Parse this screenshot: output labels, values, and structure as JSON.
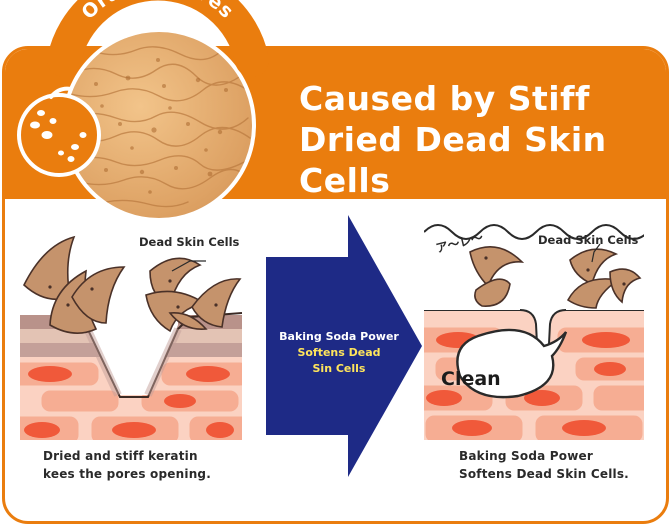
{
  "badge": {
    "label": "Orange Pores"
  },
  "title": {
    "lines": [
      "Caused by Stiff",
      "Dried Dead Skin",
      "Cells"
    ]
  },
  "left_panel": {
    "callout": "Dead Skin Cells",
    "caption": [
      "Dried and stiff keratin",
      "kees the pores opening."
    ]
  },
  "arrow": {
    "lines": [
      "Baking Soda Power",
      "Softens Dead",
      "Sin Cells"
    ]
  },
  "right_panel": {
    "callout": "Dead Skin Cells",
    "sound": "ア〜レ〜",
    "bubble": "Clean",
    "caption": [
      "Baking Soda Power",
      "Softens Dead Skin Cells."
    ]
  },
  "colors": {
    "accent": "#ea7d0e",
    "arrow": "#1e2a86",
    "arrow_highlight": "#ffe55c",
    "cell": "#c5936c",
    "skin_red": "#f0593a",
    "skin_light": "#fbd2c2"
  }
}
